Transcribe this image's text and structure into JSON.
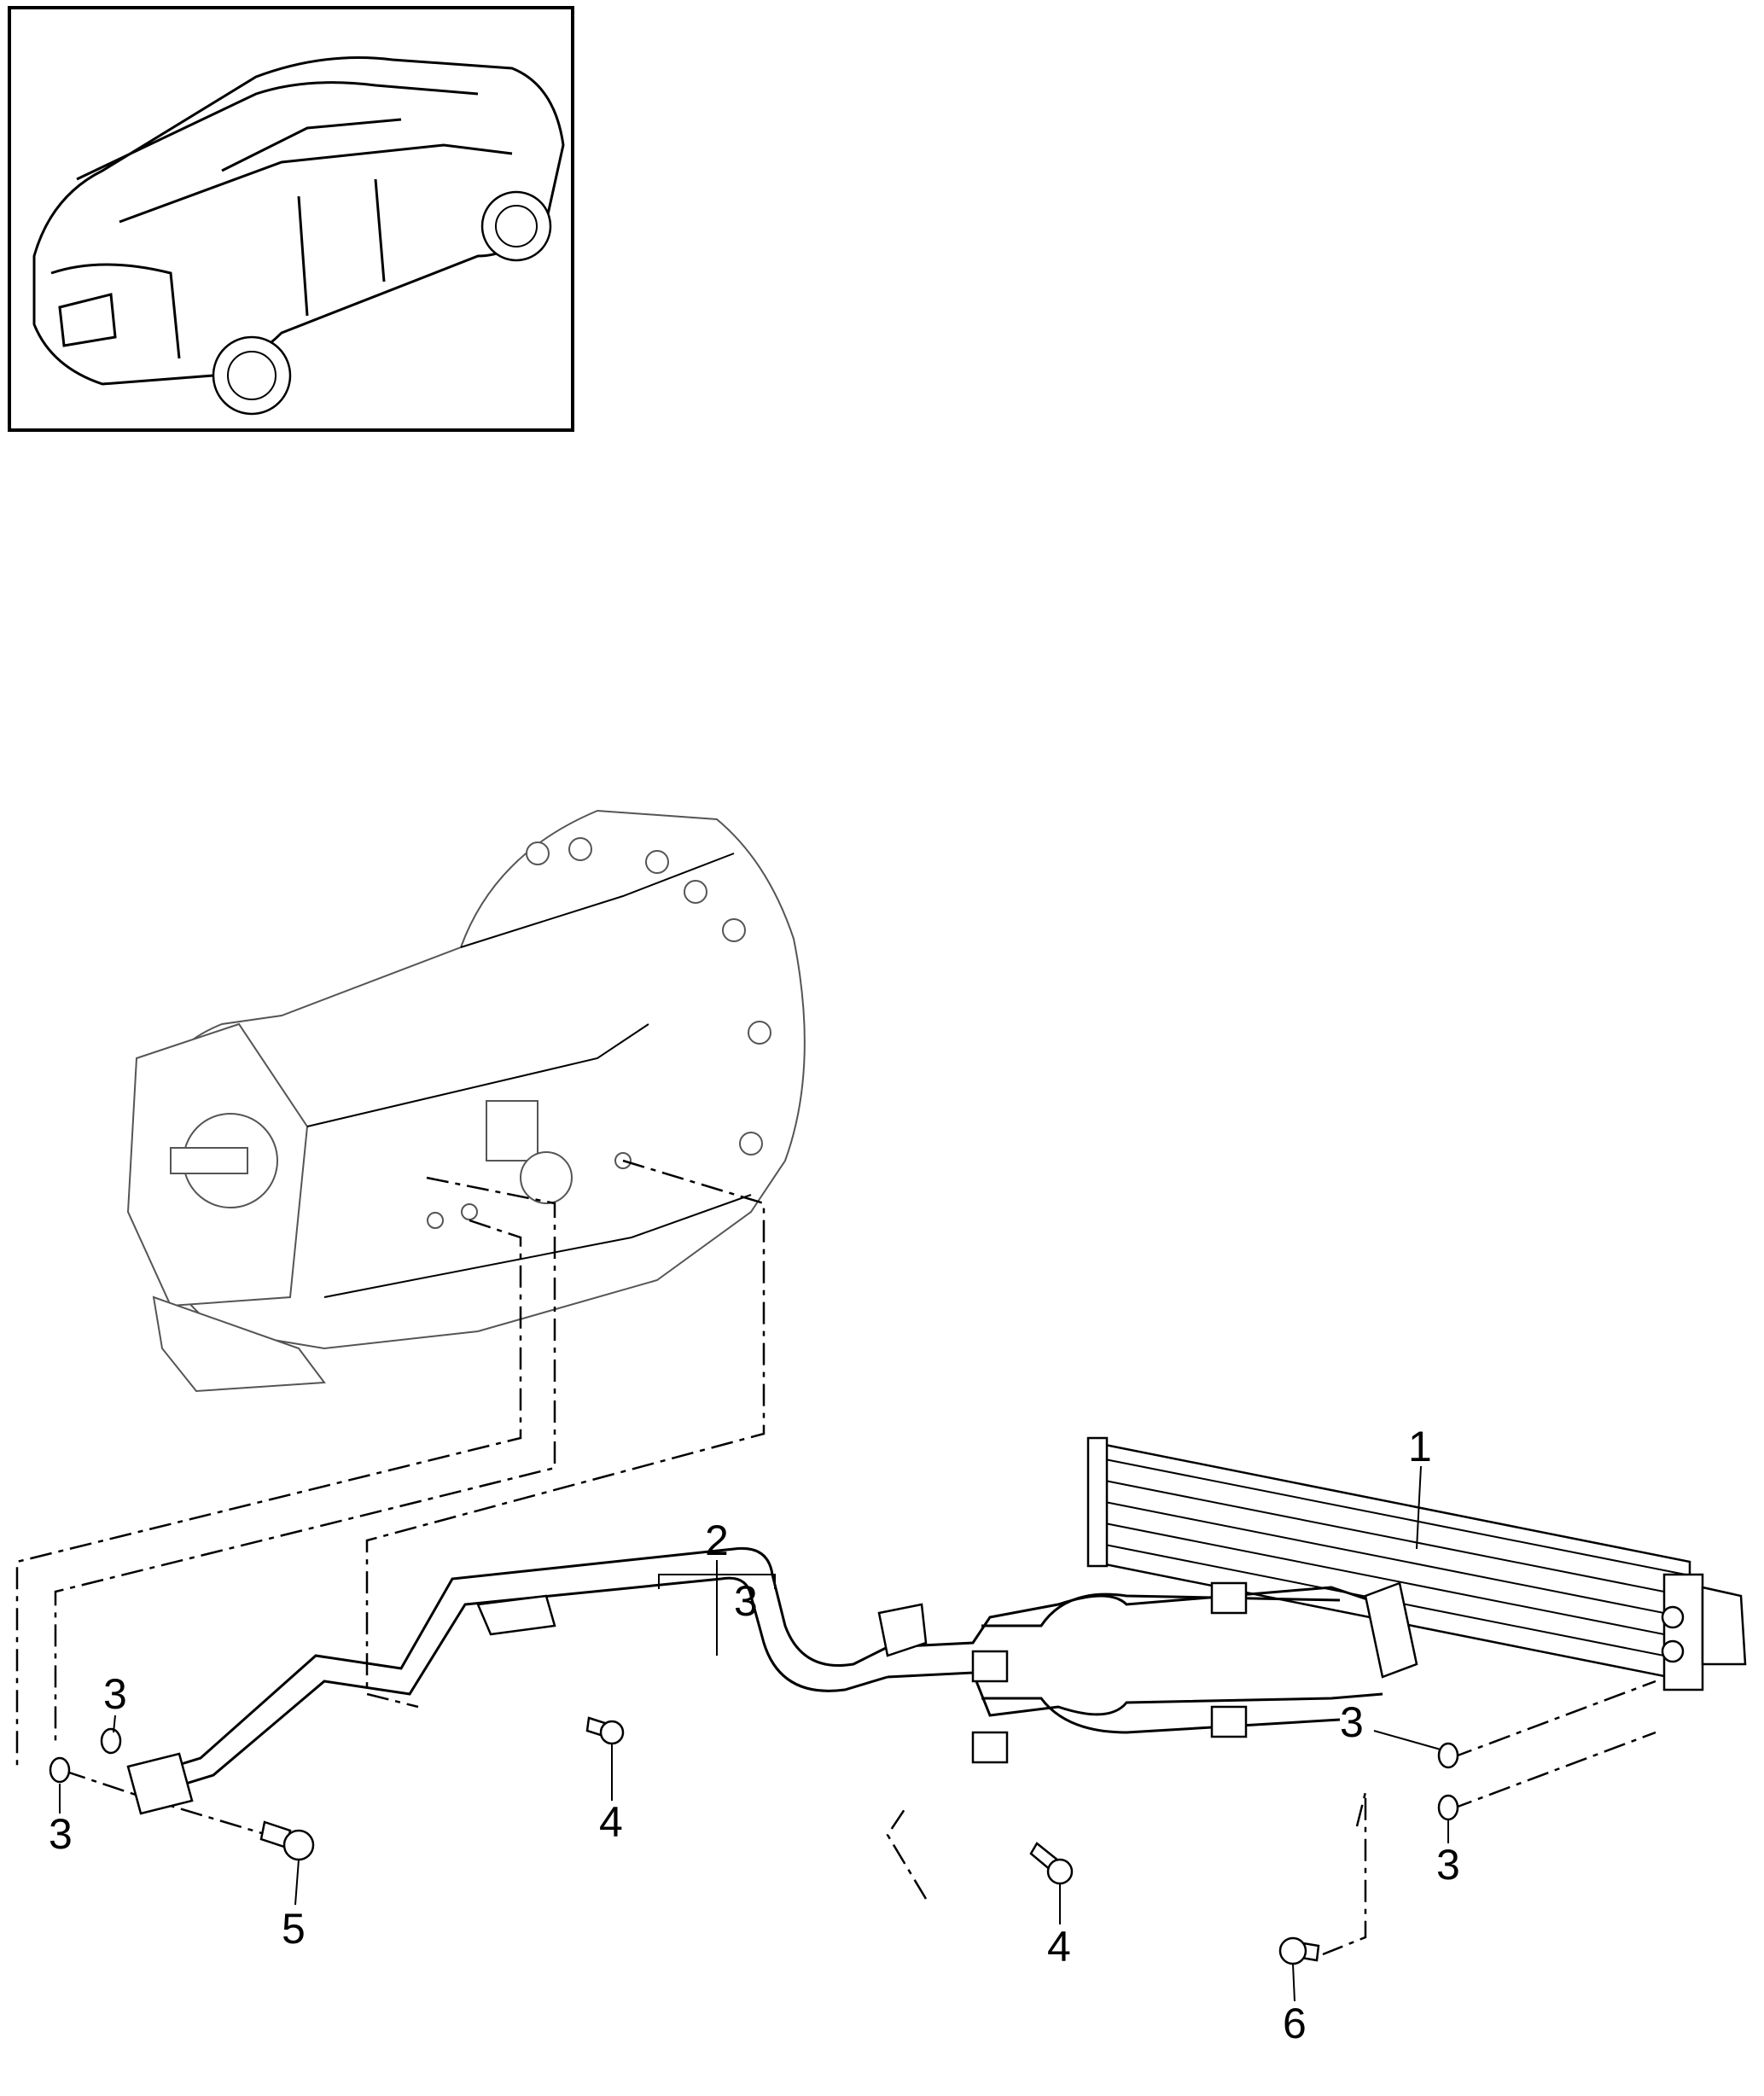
{
  "callouts": {
    "cooler": "1",
    "line_assembly": "2",
    "line_assembly_seal": "3",
    "seal_left_upper": "3",
    "seal_left_lower": "3",
    "seal_right_upper": "3",
    "seal_right_lower": "3",
    "bolt_bracket_left": "4",
    "bolt_bracket_center": "4",
    "bolt_flange_left": "5",
    "bolt_flange_right": "6"
  }
}
